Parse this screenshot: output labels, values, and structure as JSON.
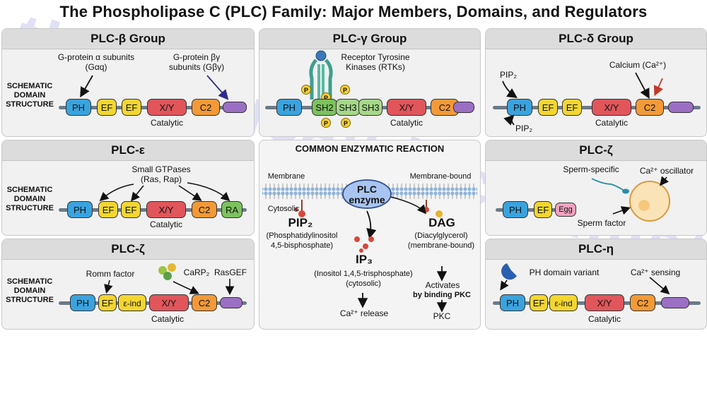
{
  "title": "The Phospholipase C (PLC) Family: Major Members, Domains, and Regulators",
  "watermark": "themedicalbiochemistrypage.org",
  "schematic_label": [
    "SCHEMATIC",
    "DOMAIN",
    "STRUCTURE"
  ],
  "panels": {
    "beta": {
      "title": "PLC-β Group",
      "regulator1": "G-protein α subunits (Gαq)",
      "regulator2": "G-protein βγ subunits (Gβγ)",
      "domains": [
        "PH",
        "EF",
        "EF",
        "X/Y",
        "C2",
        ""
      ],
      "catalytic": "Catalytic"
    },
    "gamma": {
      "title": "PLC-γ Group",
      "regulator": "Receptor Tyrosine Kinases (RTKs)",
      "domains": [
        "PH",
        "SH2",
        "SH3",
        "SH3",
        "X/Y",
        "C2",
        ""
      ],
      "p_label": "P",
      "catalytic": "Catalytic"
    },
    "delta": {
      "title": "PLC-δ Group",
      "pip2_top": "PIP₂",
      "pip2_bottom": "PIP₂",
      "calcium": "Calcium (Ca²⁺)",
      "domains": [
        "PH",
        "EF",
        "EF",
        "X/Y",
        "C2",
        ""
      ],
      "catalytic": "Catalytic"
    },
    "epsilon": {
      "title": "PLC-ε",
      "regulator": "Small GTPases (Ras, Rap)",
      "domains": [
        "PH",
        "EF",
        "EF",
        "X/Y",
        "C2",
        "RA"
      ],
      "catalytic": "Catalytic"
    },
    "zeta_top": {
      "title": "PLC-ζ",
      "sperm_specific": "Sperm-specific",
      "oscillator": "Ca²⁺ oscillator",
      "sperm_factor": "Sperm factor",
      "domains": [
        "PH",
        "EF",
        "Egg"
      ]
    },
    "zeta_bottom": {
      "title": "PLC-ζ",
      "romm": "Romm factor",
      "carp": "CaRP₂",
      "rasgef": "RasGEF",
      "domains": [
        "PH",
        "EF",
        "ε-ind",
        "X/Y",
        "C2",
        ""
      ],
      "catalytic": "Catalytic"
    },
    "eta": {
      "title": "PLC-η",
      "ph_variant": "PH domain variant",
      "ca_sensing": "Ca²⁺ sensing",
      "domains": [
        "PH",
        "EF",
        "ε-ind",
        "X/Y",
        "C2",
        ""
      ],
      "catalytic": "Catalytic"
    }
  },
  "reaction": {
    "title": "COMMON ENZYMATIC REACTION",
    "membrane": "Membrane",
    "membrane_bound": "Membrane-bound",
    "enzyme": "PLC enzyme",
    "cytosolic": "Cytosolic",
    "pip2": "PIP₂",
    "pip2_full": "(Phosphatidylinositol 4,5-bisphosphate)",
    "dag": "DAG",
    "dag_full": "(Diacylglycerol) (membrane-bound)",
    "ip3": "IP₃",
    "ip3_full": "(Inositol 1,4,5-trisphosphate) (cytosolic)",
    "activates": "Activates",
    "by_binding": "by binding PKC",
    "ca_release": "Ca²⁺ release",
    "pkc": "PKC"
  },
  "colors": {
    "PH": "#3aa3de",
    "EF": "#f4d630",
    "XY": "#e0565b",
    "C2": "#f29a38",
    "tail": "#9b6fc4",
    "SH2": "#7cc25e",
    "SH3": "#a6d88a",
    "Egg": "#f1a3c0"
  }
}
